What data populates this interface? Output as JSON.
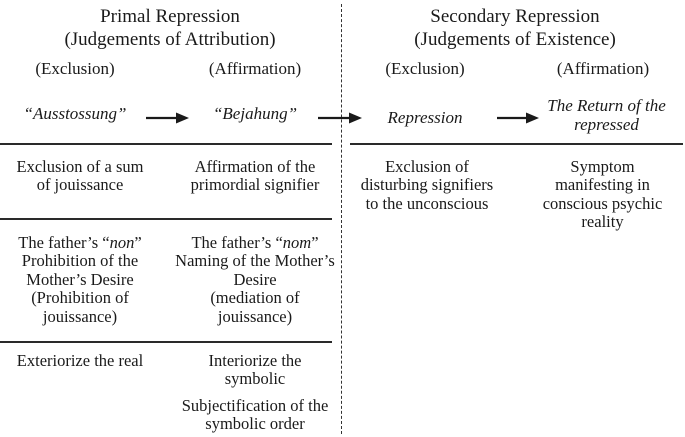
{
  "primal": {
    "title": "Primal Repression",
    "subtitle": "(Judgements of Attribution)",
    "exclusion_label": "(Exclusion)",
    "affirmation_label": "(Affirmation)",
    "ausstossung": "“Ausstossung”",
    "bejahung": "“Bejahung”",
    "row1": {
      "exclusion_line1": "Exclusion of a sum",
      "exclusion_line2": "of jouissance",
      "affirmation_line1": "Affirmation of the",
      "affirmation_line2": "primordial signifier"
    },
    "row2": {
      "exclusion_pre": "The father’s “",
      "exclusion_non": "non",
      "exclusion_post": "”",
      "exclusion_line2": "Prohibition of the",
      "exclusion_line3": "Mother’s Desire",
      "exclusion_line4": "(Prohibition of",
      "exclusion_line5": "jouissance)",
      "affirmation_pre": "The father’s “",
      "affirmation_nom": "nom",
      "affirmation_post": "”",
      "affirmation_line2": "Naming of the Mother’s",
      "affirmation_line3": "Desire",
      "affirmation_line4": "(mediation of",
      "affirmation_line5": "jouissance)"
    },
    "row3": {
      "exclusion": "Exteriorize the real",
      "affirmation_line1": "Interiorize the",
      "affirmation_line2": "symbolic",
      "extra_line1": "Subjectification of the",
      "extra_line2": "symbolic order"
    }
  },
  "secondary": {
    "title": "Secondary Repression",
    "subtitle": "(Judgements of Existence)",
    "exclusion_label": "(Exclusion)",
    "affirmation_label": "(Affirmation)",
    "repression": "Repression",
    "return_line1": "The Return of the",
    "return_line2": "repressed",
    "row1": {
      "exclusion_line1": "Exclusion of",
      "exclusion_line2": "disturbing signifiers",
      "exclusion_line3": "to the unconscious",
      "affirmation_line1": "Symptom",
      "affirmation_line2": "manifesting in",
      "affirmation_line3": "conscious psychic",
      "affirmation_line4": "reality"
    }
  },
  "colors": {
    "text": "#1a1a1a",
    "lines": "#2a2a2a",
    "background": "#ffffff"
  }
}
